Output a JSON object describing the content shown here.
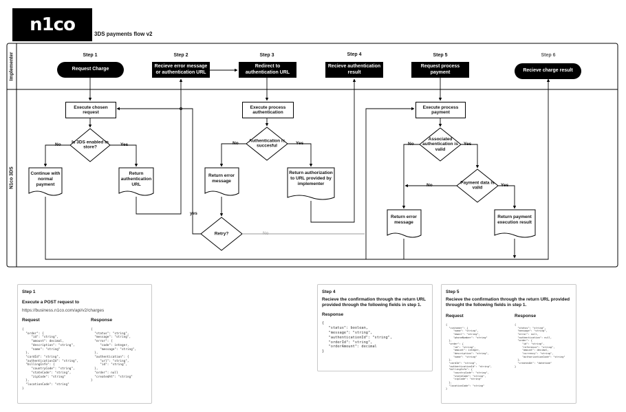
{
  "header": {
    "logo_text": "n1co",
    "title": "3DS payments flow v2"
  },
  "lanes": {
    "implementer": "Implementer",
    "n1co": "N1co 3DS"
  },
  "steps": [
    "Step 1",
    "Step 2",
    "Step 3",
    "Step 4",
    "Step 5",
    "Step 6"
  ],
  "implementer_nodes": {
    "request_charge": "Request Charge",
    "recieve_error_or_auth_url": "Recieve error message or authentication URL",
    "redirect_auth_url": "Redirect to authentication URL",
    "recieve_auth_result": "Recieve authentication result",
    "request_process_payment": "Request process payment",
    "recieve_charge_result": "Recieve charge result"
  },
  "n1co_nodes": {
    "execute_chosen_request": "Execute chosen request",
    "is_3ds_enabled": "Is 3DS enabled in store?",
    "continue_normal": "Continue with normal payment",
    "return_auth_url": "Return authentication URL",
    "execute_process_auth": "Execute process authentication",
    "auth_succesful": "Authentication is succesful",
    "return_error_1": "Return error message",
    "return_authorization": "Return authorization to URL provided by implementer",
    "retry": "Retry?",
    "execute_process_payment": "Execute process payment",
    "associated_auth_valid": "Associated authentication is valid",
    "payment_data_valid": "Payment data is valid",
    "return_error_2": "Return error message",
    "return_payment_result": "Return payment execution result"
  },
  "edge_labels": {
    "no": "No",
    "yes": "Yes",
    "yes_lower": "yes",
    "no_title": "No"
  },
  "notes": {
    "step1": {
      "heading": "Step 1",
      "title": "Execute a POST request to",
      "url": "https://business.n1co.com/api/v2/charges",
      "request_label": "Request",
      "response_label": "Response",
      "request_code": "{\n  \"order\": {\n     \"id\": \"string\",\n     \"amount\": decimal,\n     \"description\": \"string\",\n     \"name\": \"string\"\n  },\n  \"cardId\": \"string\",\n  \"authenticationId\": \"string\",\n  \"billingInfo\": {\n     \"countryCode\": \"string\",\n     \"stateCode\": \"string\",\n     \"zipCode\": \"string\"\n  },\n  \"locationCode\": \"string\"\n}",
      "response_code": "{\n  \"status\": \"string\",\n  \"message\": \"string\",\n  \"error\": {\n     \"code\": integer,\n     \"message\": \"string\",\n  },\n  \"authentication\": {\n     \"url\": \"string\",\n     \"id\": \"string\",\n  },\n  \"order\": null\n  \"createdAt\": \"string\"\n}"
    },
    "step4": {
      "heading": "Step 4",
      "title": "Recieve the confirmation through the return URL provided through the following fields in step 1.",
      "response_label": "Response",
      "response_code": "{\n   \"status\": boolean,\n   \"message\": \"string\",\n   \"authenticationId\": \"string\",\n   \"orderId\": \"string\",\n   \"orderAmount\": decimal\n}"
    },
    "step5": {
      "heading": "Step 5",
      "title": "Recieve the confirmation through the return URL provided throught the following fields in step 1.",
      "request_label": "Request",
      "response_label": "Response",
      "request_code": "{\n  \"customer\": {\n     \"name\": \"string\",\n     \"email\": \"string\",\n     \"phoneNumber\": \"string\"\n  },\n  \"order\": {\n     \"id\": \"string\",\n     \"amount\": integer,\n     \"description\": \"string\",\n     \"name\": \"string\"\n  },\n  \"cardId\": \"string\",\n  \"authenticationId\": \"string\",\n  \"billingInfo\": {\n     \"countryCode\": \"string\",\n     \"stateCode\": \"string\",\n     \"zipCode\": \"string\"\n  },\n  \"locationCode\": \"string\"\n}",
      "response_code": "{\n  \"status\": \"string\",\n  \"message\": \"string\",\n  \"error\": null,\n  \"authentication\": null,\n  \"order\": {\n     \"id\": \"string\",\n     \"reference\": \"string\",\n     \"amount\": decimal,\n     \"currency\": \"string\",\n     \"authorizationCode\": \"string\"\n  },\n  \"createdAt\": \"datetime\"\n}"
    }
  }
}
